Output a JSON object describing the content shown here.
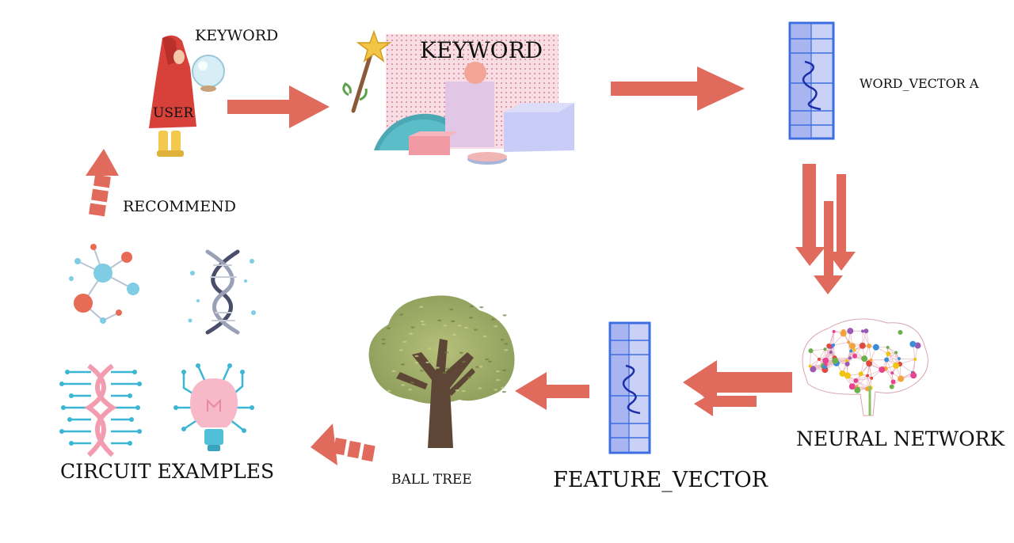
{
  "labels": {
    "keyword_small": "KEYWORD",
    "user": "USER",
    "keyword_big": "KEYWORD",
    "word_vector": "WORD_VECTOR A",
    "recommend": "RECOMMEND",
    "neural_network": "NEURAL NETWORK",
    "feature_vector": "FEATURE_VECTOR",
    "ball_tree": "BALL TREE",
    "circuit_examples": "CIRCUIT EXAMPLES"
  },
  "colors": {
    "arrow": "#e06a5c",
    "vector_fill": "#b9c4f5",
    "vector_stroke": "#3d6ee0",
    "vector_wave": "#1c2fa8",
    "tree_canopy": "#9fae6a",
    "tree_trunk": "#5e4636",
    "cloak": "#d8413a",
    "scene_bg": "#f6d6de"
  },
  "icons": {
    "user": "user-figure-icon",
    "magic_wand": "magic-wand-icon",
    "word_vector": "vector-column-icon",
    "neural_network": "brain-network-icon",
    "feature_vector": "vector-column-icon",
    "ball_tree": "tree-icon",
    "molecule": "molecule-icon",
    "dna": "dna-helix-icon",
    "circuit_dna": "circuit-dna-icon",
    "circuit_bulb": "circuit-bulb-icon"
  }
}
